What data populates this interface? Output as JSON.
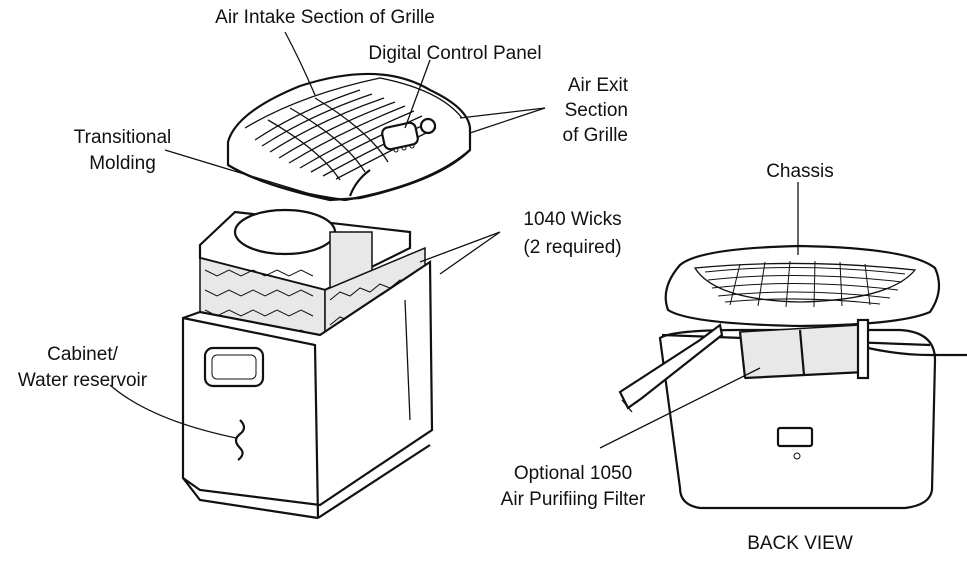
{
  "labels": {
    "air_intake": "Air Intake Section of Grille",
    "digital_panel": "Digital Control Panel",
    "air_exit_1": "Air Exit",
    "air_exit_2": "Section",
    "air_exit_3": "of Grille",
    "transitional_1": "Transitional",
    "transitional_2": "Molding",
    "wicks_1": "1040 Wicks",
    "wicks_2": "(2 required)",
    "cabinet_1": "Cabinet/",
    "cabinet_2": "Water reservoir",
    "chassis": "Chassis",
    "filter_1": "Optional 1050",
    "filter_2": "Air Purifiing Filter",
    "back_view": "BACK VIEW"
  }
}
